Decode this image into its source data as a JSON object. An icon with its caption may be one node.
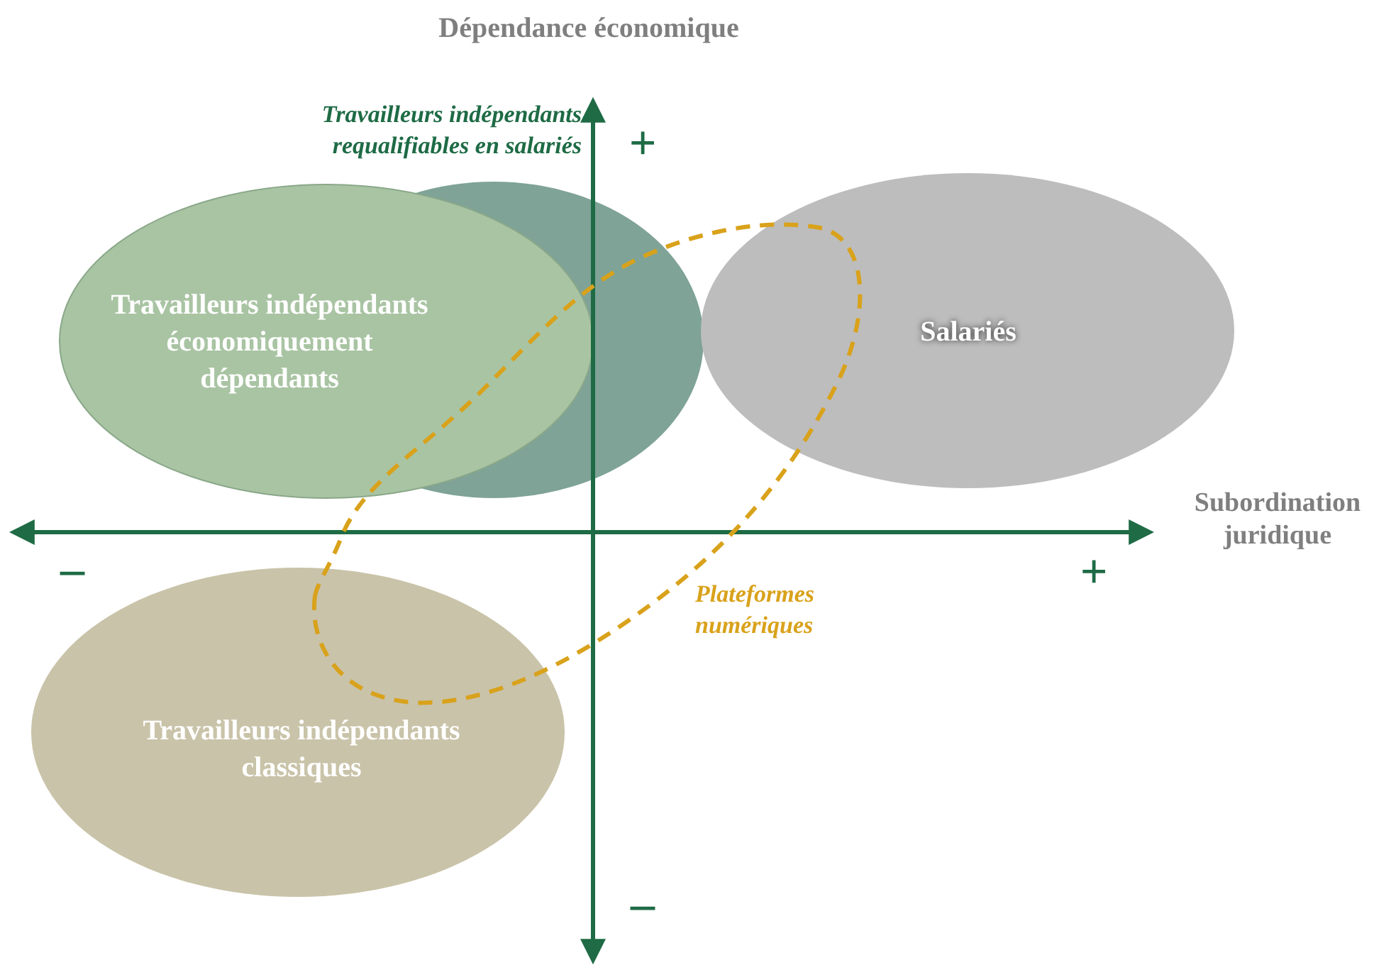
{
  "diagram": {
    "nodes": [
      {
        "text": [],
        "shape": "ellipse",
        "beside": [
          "Travailleurs indépendants requalifiables en salariés"
        ]
      },
      {
        "text": [
          "Travailleurs indépendants économiquement dépendants"
        ]
      },
      {
        "text": [
          "Salariés"
        ]
      },
      {
        "text": [
          "Travailleurs indépendants classiques"
        ]
      },
      {
        "text": [
          "Plateformes numériques"
        ]
      }
    ],
    "edges": [],
    "labels": [
      "Dépendance économique",
      "+",
      "Subordination juridique",
      "–",
      "+",
      "–"
    ]
  }
}
